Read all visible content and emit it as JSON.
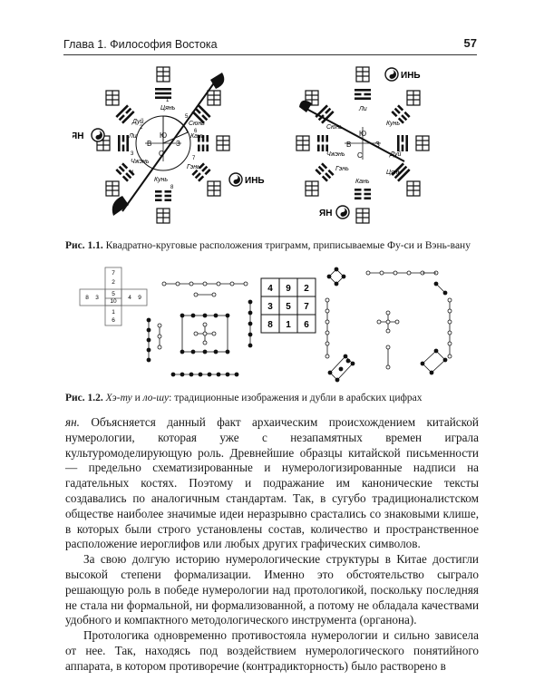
{
  "header": {
    "chapter": "Глава 1. Философия Востока",
    "page_number": "57"
  },
  "figure1": {
    "caption_label": "Рис. 1.1.",
    "caption_text": " Квадратно-круговые расположения триграмм, приписываемые Фу-си и Вэнь-вану",
    "left_labels": {
      "yang": "ЯН",
      "yin": "ИНЬ",
      "north": "Ю",
      "west": "В",
      "east": "З",
      "south": "С",
      "qian": "Цянь",
      "kun": "Кунь",
      "dui": "Дуй",
      "gen": "Гэнь",
      "zhen": "Чжэнь",
      "xun": "Сюнь",
      "li": "Ли",
      "kan": "Кань",
      "n1": "1",
      "n2": "2",
      "n3": "3",
      "n4": "4",
      "n5": "5",
      "n6": "6",
      "n7": "7",
      "n8": "8"
    },
    "right_labels": {
      "yang": "ЯН",
      "yin": "ИНЬ",
      "north": "Ю",
      "west": "В",
      "east": "З",
      "south": "С",
      "li": "Ли",
      "kun": "Кунь",
      "xun": "Сюнь",
      "dui": "Дуй",
      "zhen": "Чжэнь",
      "qian": "Цянь",
      "gen": "Гэнь",
      "kan": "Кань"
    }
  },
  "figure2": {
    "caption_label": "Рис. 1.2.",
    "caption_text_italic": "Хэ-ту",
    "caption_mid": " и ",
    "caption_text_italic2": "ло-шу",
    "caption_rest": ": традиционные изображения и дубли в арабских цифрах",
    "cross_numbers": {
      "top": "7",
      "top2": "2",
      "left": "8",
      "left2": "3",
      "center": "5",
      "center2": "10",
      "right": "4",
      "right2": "9",
      "bottom": "1",
      "bottom2": "6"
    },
    "magic_square": [
      "4",
      "9",
      "2",
      "3",
      "5",
      "7",
      "8",
      "1",
      "6"
    ]
  },
  "body": {
    "p1_italic": "ян.",
    "p1": " Объясняется данный факт архаическим происхождением китайской нумерологии, которая уже с незапамятных времен играла культуромоделирующую роль. Древнейшие образцы китайской письменности — предельно схематизированные и нумерологизированные надписи на гадательных костях. Поэтому и подражание им канонические тексты создавались по аналогичным стандартам. Так, в сугубо традиционалистском обществе наиболее значимые идеи неразрывно срастались со знаковыми клише, в которых были строго установлены состав, количество и пространственное расположение иероглифов или любых других графических символов.",
    "p2": "За свою долгую историю нумерологические структуры в Китае достигли высокой степени формализации. Именно это обстоятельство сыграло решающую роль в победе нумерологии над протологикой, поскольку последняя не стала ни формальной, ни формализованной, а потому не обладала качествами удобного и компактного методологического инструмента (органона).",
    "p3": "Протологика одновременно противостояла нумерологии и сильно зависела от нее. Так, находясь под воздействием нумерологического понятийного аппарата, в котором противоречие (контрадикторность) было растворено в"
  }
}
